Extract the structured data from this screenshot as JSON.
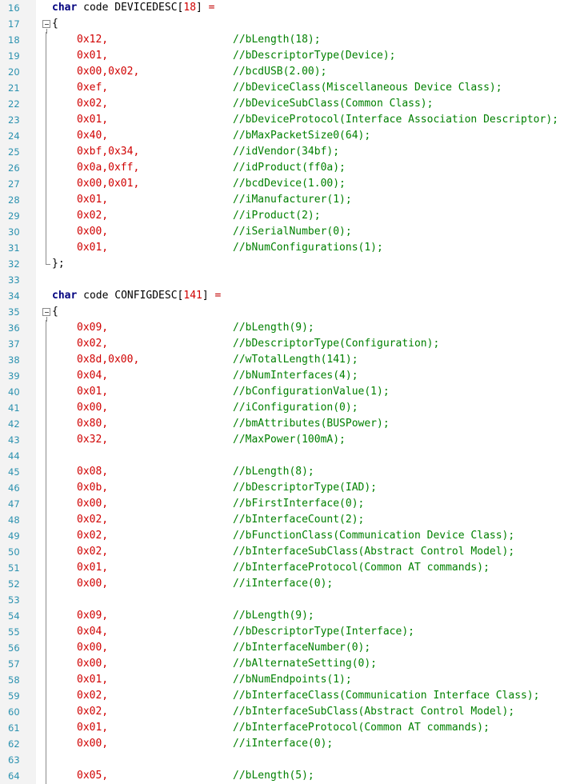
{
  "editor": {
    "colors": {
      "keyword": "#00007f",
      "number": "#d00000",
      "comment": "#008000",
      "line_number": "#2b91af",
      "gutter": "#f3f3f3"
    },
    "lines": [
      {
        "n": "16",
        "kind": "decl",
        "kw": "char",
        "name": " code DEVICEDESC",
        "size": "18",
        "tail": " ="
      },
      {
        "n": "17",
        "kind": "open",
        "text": "{"
      },
      {
        "n": "18",
        "kind": "entry",
        "value": "0x12,",
        "comment": "//bLength(18);"
      },
      {
        "n": "19",
        "kind": "entry",
        "value": "0x01,",
        "comment": "//bDescriptorType(Device);"
      },
      {
        "n": "20",
        "kind": "entry",
        "value": "0x00,0x02,",
        "comment": "//bcdUSB(2.00);"
      },
      {
        "n": "21",
        "kind": "entry",
        "value": "0xef,",
        "comment": "//bDeviceClass(Miscellaneous Device Class);"
      },
      {
        "n": "22",
        "kind": "entry",
        "value": "0x02,",
        "comment": "//bDeviceSubClass(Common Class);"
      },
      {
        "n": "23",
        "kind": "entry",
        "value": "0x01,",
        "comment": "//bDeviceProtocol(Interface Association Descriptor);"
      },
      {
        "n": "24",
        "kind": "entry",
        "value": "0x40,",
        "comment": "//bMaxPacketSize0(64);"
      },
      {
        "n": "25",
        "kind": "entry",
        "value": "0xbf,0x34,",
        "comment": "//idVendor(34bf);"
      },
      {
        "n": "26",
        "kind": "entry",
        "value": "0x0a,0xff,",
        "comment": "//idProduct(ff0a);"
      },
      {
        "n": "27",
        "kind": "entry",
        "value": "0x00,0x01,",
        "comment": "//bcdDevice(1.00);"
      },
      {
        "n": "28",
        "kind": "entry",
        "value": "0x01,",
        "comment": "//iManufacturer(1);"
      },
      {
        "n": "29",
        "kind": "entry",
        "value": "0x02,",
        "comment": "//iProduct(2);"
      },
      {
        "n": "30",
        "kind": "entry",
        "value": "0x00,",
        "comment": "//iSerialNumber(0);"
      },
      {
        "n": "31",
        "kind": "entry",
        "value": "0x01,",
        "comment": "//bNumConfigurations(1);"
      },
      {
        "n": "32",
        "kind": "close",
        "text": "};"
      },
      {
        "n": "33",
        "kind": "blank"
      },
      {
        "n": "34",
        "kind": "decl",
        "kw": "char",
        "name": " code CONFIGDESC",
        "size": "141",
        "tail": " ="
      },
      {
        "n": "35",
        "kind": "open",
        "text": "{"
      },
      {
        "n": "36",
        "kind": "entry",
        "value": "0x09,",
        "comment": "//bLength(9);"
      },
      {
        "n": "37",
        "kind": "entry",
        "value": "0x02,",
        "comment": "//bDescriptorType(Configuration);"
      },
      {
        "n": "38",
        "kind": "entry",
        "value": "0x8d,0x00,",
        "comment": "//wTotalLength(141);"
      },
      {
        "n": "39",
        "kind": "entry",
        "value": "0x04,",
        "comment": "//bNumInterfaces(4);"
      },
      {
        "n": "40",
        "kind": "entry",
        "value": "0x01,",
        "comment": "//bConfigurationValue(1);"
      },
      {
        "n": "41",
        "kind": "entry",
        "value": "0x00,",
        "comment": "//iConfiguration(0);"
      },
      {
        "n": "42",
        "kind": "entry",
        "value": "0x80,",
        "comment": "//bmAttributes(BUSPower);"
      },
      {
        "n": "43",
        "kind": "entry",
        "value": "0x32,",
        "comment": "//MaxPower(100mA);"
      },
      {
        "n": "44",
        "kind": "blank-in"
      },
      {
        "n": "45",
        "kind": "entry",
        "value": "0x08,",
        "comment": "//bLength(8);"
      },
      {
        "n": "46",
        "kind": "entry",
        "value": "0x0b,",
        "comment": "//bDescriptorType(IAD);"
      },
      {
        "n": "47",
        "kind": "entry",
        "value": "0x00,",
        "comment": "//bFirstInterface(0);"
      },
      {
        "n": "48",
        "kind": "entry",
        "value": "0x02,",
        "comment": "//bInterfaceCount(2);"
      },
      {
        "n": "49",
        "kind": "entry",
        "value": "0x02,",
        "comment": "//bFunctionClass(Communication Device Class);"
      },
      {
        "n": "50",
        "kind": "entry",
        "value": "0x02,",
        "comment": "//bInterfaceSubClass(Abstract Control Model);"
      },
      {
        "n": "51",
        "kind": "entry",
        "value": "0x01,",
        "comment": "//bInterfaceProtocol(Common AT commands);"
      },
      {
        "n": "52",
        "kind": "entry",
        "value": "0x00,",
        "comment": "//iInterface(0);"
      },
      {
        "n": "53",
        "kind": "blank-in"
      },
      {
        "n": "54",
        "kind": "entry",
        "value": "0x09,",
        "comment": "//bLength(9);"
      },
      {
        "n": "55",
        "kind": "entry",
        "value": "0x04,",
        "comment": "//bDescriptorType(Interface);"
      },
      {
        "n": "56",
        "kind": "entry",
        "value": "0x00,",
        "comment": "//bInterfaceNumber(0);"
      },
      {
        "n": "57",
        "kind": "entry",
        "value": "0x00,",
        "comment": "//bAlternateSetting(0);"
      },
      {
        "n": "58",
        "kind": "entry",
        "value": "0x01,",
        "comment": "//bNumEndpoints(1);"
      },
      {
        "n": "59",
        "kind": "entry",
        "value": "0x02,",
        "comment": "//bInterfaceClass(Communication Interface Class);"
      },
      {
        "n": "60",
        "kind": "entry",
        "value": "0x02,",
        "comment": "//bInterfaceSubClass(Abstract Control Model);"
      },
      {
        "n": "61",
        "kind": "entry",
        "value": "0x01,",
        "comment": "//bInterfaceProtocol(Common AT commands);"
      },
      {
        "n": "62",
        "kind": "entry",
        "value": "0x00,",
        "comment": "//iInterface(0);"
      },
      {
        "n": "63",
        "kind": "blank-in"
      },
      {
        "n": "64",
        "kind": "entry",
        "value": "0x05,",
        "comment": "//bLength(5);"
      }
    ]
  }
}
